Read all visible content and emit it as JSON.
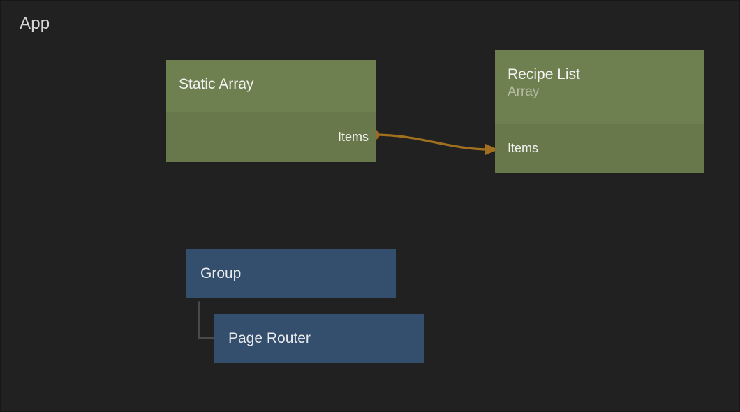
{
  "canvas": {
    "title": "App",
    "background_color": "#212121"
  },
  "colors": {
    "green_header": "#6f8050",
    "green_body": "#68784b",
    "blue_node": "#344f6d",
    "wire_orange": "#a0701f",
    "tree_line_gray": "#4a4a4a",
    "text_primary": "#f2f2f2",
    "text_muted": "#b4bba6"
  },
  "nodes": [
    {
      "id": "static-array",
      "title": "Static Array",
      "subtitle": "",
      "kind": "green",
      "ports": [
        {
          "label": "Items",
          "side": "output"
        }
      ]
    },
    {
      "id": "recipe-list",
      "title": "Recipe List",
      "subtitle": "Array",
      "kind": "green",
      "ports": [
        {
          "label": "Items",
          "side": "input"
        }
      ]
    },
    {
      "id": "group",
      "title": "Group",
      "subtitle": "",
      "kind": "blue",
      "ports": []
    },
    {
      "id": "page-router",
      "title": "Page Router",
      "subtitle": "",
      "kind": "blue",
      "ports": []
    }
  ],
  "connections": [
    {
      "id": "items-to-items",
      "from_node": "static-array",
      "from_port": "Items",
      "to_node": "recipe-list",
      "to_port": "Items",
      "style": "bezier",
      "color": "#a0701f"
    },
    {
      "id": "group-to-page-router",
      "from_node": "group",
      "to_node": "page-router",
      "style": "elbow",
      "color": "#4a4a4a"
    }
  ]
}
